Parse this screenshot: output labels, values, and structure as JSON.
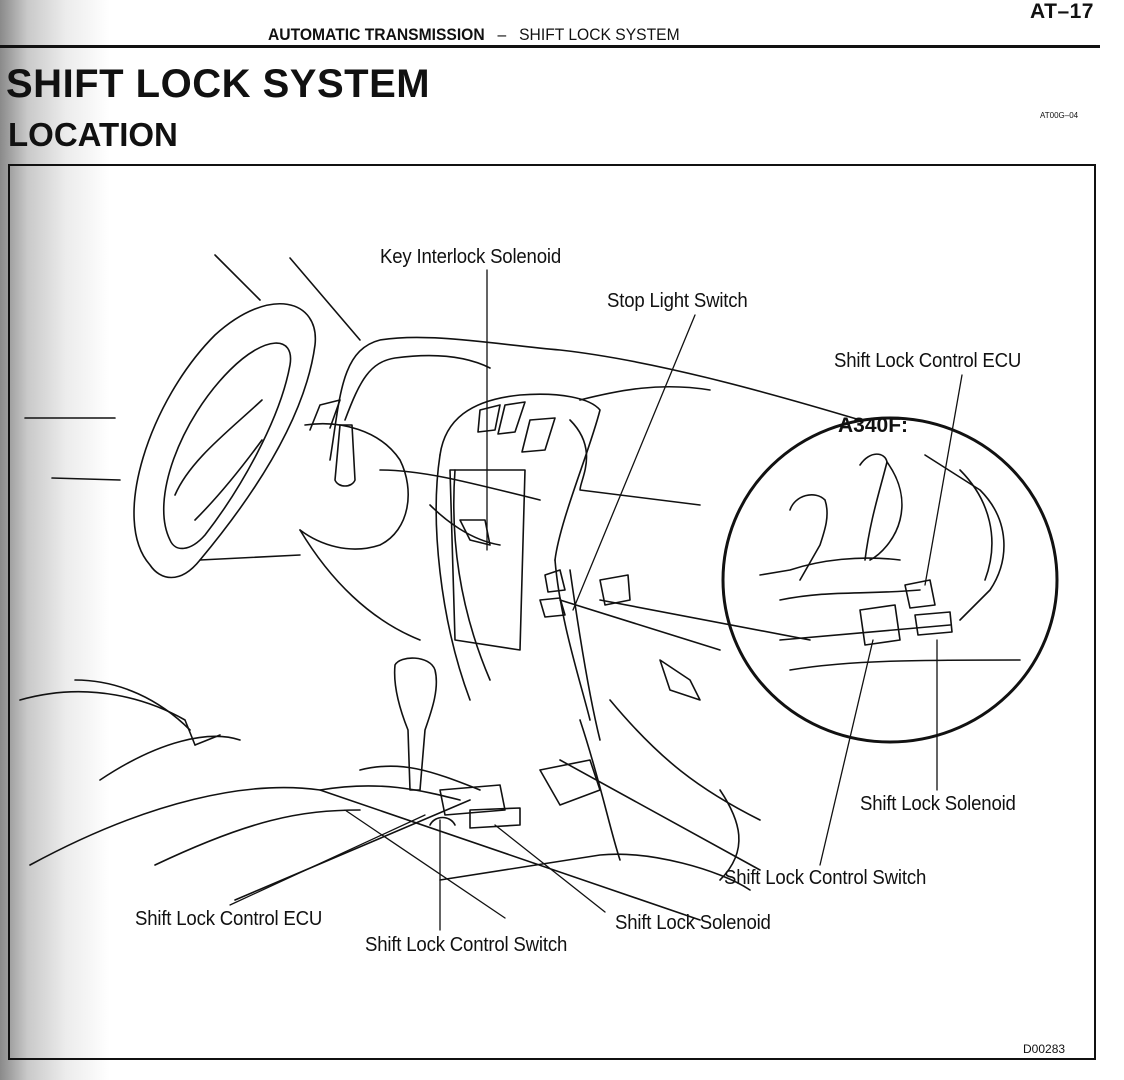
{
  "header": {
    "page_number": "AT–17",
    "chapter": "AUTOMATIC TRANSMISSION",
    "separator": "–",
    "section": "SHIFT LOCK SYSTEM"
  },
  "title": {
    "main": "SHIFT LOCK SYSTEM",
    "sub": "LOCATION",
    "doc_code": "AT00G–04"
  },
  "figure": {
    "inset_title": "A340F:",
    "figure_code": "D00283",
    "labels": {
      "key_interlock_solenoid": "Key Interlock Solenoid",
      "stop_light_switch": "Stop Light Switch",
      "shift_lock_control_ecu_inset": "Shift Lock Control ECU",
      "shift_lock_solenoid_inset": "Shift Lock Solenoid",
      "shift_lock_control_switch_inset": "Shift Lock Control Switch",
      "shift_lock_control_ecu_main": "Shift Lock Control ECU",
      "shift_lock_control_switch_main": "Shift Lock Control Switch",
      "shift_lock_solenoid_main": "Shift Lock Solenoid"
    }
  }
}
